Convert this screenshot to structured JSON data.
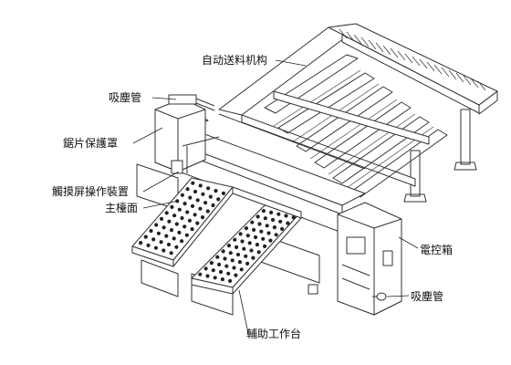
{
  "labels": {
    "auto_feed": "自动送料机构",
    "dust_pipe_top": "吸塵管",
    "blade_guard": "鋸片保護罩",
    "touch_screen": "觸摸屏操作裝置",
    "main_table": "主檯面",
    "control_box": "電控箱",
    "dust_pipe_bottom": "吸塵管",
    "aux_table": "輔助工作台"
  },
  "colors": {
    "line": "#333333",
    "fill": "#ffffff",
    "hole": "#222222",
    "shade": "#d9d9d9"
  }
}
